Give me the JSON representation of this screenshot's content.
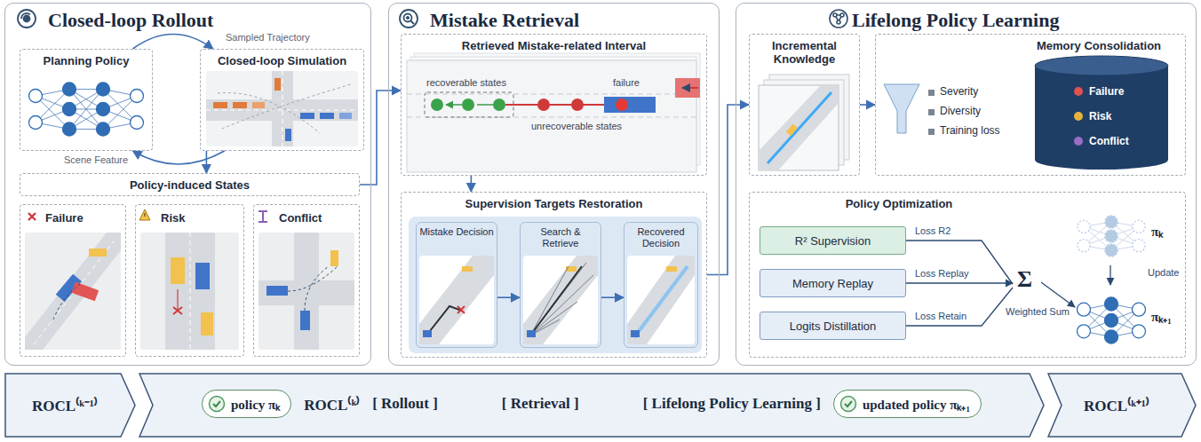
{
  "diagram": {
    "nodes": [
      {
        "text": [
          "Closed-loop Rollout"
        ]
      },
      {
        "text": [
          "Planning Policy"
        ],
        "in": 0
      },
      {
        "text": [
          "Closed-loop Simulation"
        ],
        "in": 0
      },
      {
        "text": [
          "Policy-induced States"
        ],
        "in": 0
      },
      {
        "text": [
          "Failure"
        ],
        "in": 0
      },
      {
        "text": [
          "Risk"
        ],
        "in": 0
      },
      {
        "text": [
          "Conflict"
        ],
        "in": 0
      },
      {
        "text": [
          "Mistake Retrieval"
        ]
      },
      {
        "text": [
          "Retrieved Mistake-related Interval"
        ],
        "in": 7
      },
      {
        "text": [
          "Supervision Targets Restoration"
        ],
        "in": 7
      },
      {
        "text": [
          "Mistake Decision"
        ],
        "in": 9
      },
      {
        "text": [
          "Search & Retrieve"
        ],
        "in": 9
      },
      {
        "text": [
          "Recovered Decision"
        ],
        "in": 9
      },
      {
        "text": [
          "Lifelong Policy Learning"
        ]
      },
      {
        "text": [
          "Incremental Knowledge"
        ],
        "in": 13
      },
      {
        "text": [
          "Memory Consolidation"
        ],
        "in": 13
      },
      {
        "text": [
          "Policy Optimization"
        ],
        "in": 13
      },
      {
        "text": [
          "R² Supervision"
        ],
        "in": 16
      },
      {
        "text": [
          "Memory Replay"
        ],
        "in": 16
      },
      {
        "text": [
          "Logits Distillation"
        ],
        "in": 16
      },
      {
        "text": [
          "ROCL⁽ᵏ⁻¹⁾"
        ]
      },
      {
        "text": [
          "ROCL⁽ᵏ⁾",
          "[ Rollout ]",
          "[ Retrieval ]",
          "[ Lifelong Policy Learning ]"
        ]
      },
      {
        "text": [
          "policy πₖ"
        ],
        "in": 21
      },
      {
        "text": [
          "updated policy πₖ₊₁"
        ],
        "in": 21
      },
      {
        "text": [
          "ROCL⁽ᵏ⁺¹⁾"
        ]
      }
    ],
    "edges": [
      {
        "from": 1,
        "to": 2,
        "arrow": "to",
        "label": "Sampled Trajectory"
      },
      {
        "from": 2,
        "to": 1,
        "arrow": "to",
        "label": "Scene Feature"
      },
      {
        "from": 2,
        "to": 3,
        "arrow": "to"
      },
      {
        "from": 3,
        "to": 8,
        "arrow": "to"
      },
      {
        "from": 8,
        "to": 9,
        "arrow": "to"
      },
      {
        "from": 10,
        "to": 11,
        "arrow": "to"
      },
      {
        "from": 11,
        "to": 12,
        "arrow": "to"
      },
      {
        "from": 9,
        "to": 14,
        "arrow": "to"
      },
      {
        "from": 14,
        "to": 15,
        "arrow": "to"
      }
    ],
    "labels": [
      "recoverable states",
      "failure",
      "unrecoverable states",
      "Severity",
      "Diversity",
      "Training loss",
      "Failure",
      "Risk",
      "Conflict",
      "Loss R2",
      "Loss Replay",
      "Loss Retain",
      "Σ",
      "Weighted Sum",
      "Update",
      "πₖ",
      "πₖ₊₁"
    ]
  }
}
